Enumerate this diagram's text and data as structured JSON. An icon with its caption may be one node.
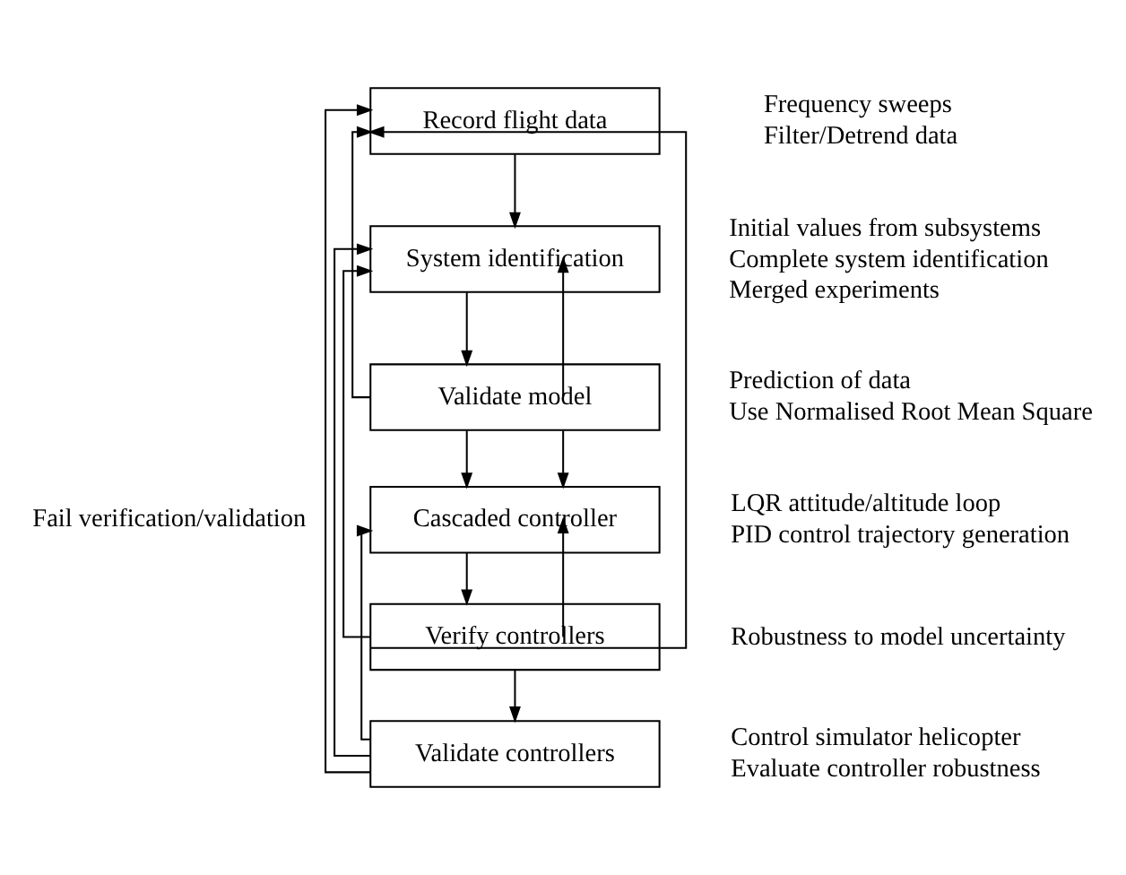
{
  "diagram": {
    "nodes": [
      {
        "text": [
          "Record flight data"
        ],
        "beside": [
          "Frequency sweeps",
          "Filter/Detrend data"
        ]
      },
      {
        "text": [
          "System identification"
        ],
        "beside": [
          "Initial values from subsystems",
          "Complete system identification",
          "Merged experiments"
        ]
      },
      {
        "text": [
          "Validate model"
        ],
        "beside": [
          "Prediction of data",
          "Use Normalised Root Mean Square"
        ]
      },
      {
        "text": [
          "Cascaded controller"
        ],
        "beside": [
          "LQR attitude/altitude loop",
          "PID control trajectory generation"
        ]
      },
      {
        "text": [
          "Verify controllers"
        ],
        "beside": [
          "Robustness to model uncertainty"
        ]
      },
      {
        "text": [
          "Validate controllers"
        ],
        "beside": [
          "Control simulator helicopter",
          "Evaluate controller robustness"
        ]
      }
    ],
    "edges": [
      {
        "from": 0,
        "to": 1,
        "arrow": "to"
      },
      {
        "from": 1,
        "to": 2,
        "arrow": "to"
      },
      {
        "from": 2,
        "to": 3,
        "arrow": "to"
      },
      {
        "from": 3,
        "to": 4,
        "arrow": "to"
      },
      {
        "from": 4,
        "to": 5,
        "arrow": "to"
      },
      {
        "from": 2,
        "to": 0,
        "arrow": "to"
      },
      {
        "from": 2,
        "to": 1,
        "arrow": "to"
      },
      {
        "from": 2,
        "to": 3,
        "arrow": "to"
      },
      {
        "from": 4,
        "to": 0,
        "arrow": "to"
      },
      {
        "from": 4,
        "to": 1,
        "arrow": "to"
      },
      {
        "from": 4,
        "to": 3,
        "arrow": "to"
      },
      {
        "from": 5,
        "to": 0,
        "arrow": "to"
      },
      {
        "from": 5,
        "to": 1,
        "arrow": "to"
      },
      {
        "from": 5,
        "to": 3,
        "arrow": "to"
      }
    ],
    "labels": [
      "Fail verification/validation"
    ]
  }
}
